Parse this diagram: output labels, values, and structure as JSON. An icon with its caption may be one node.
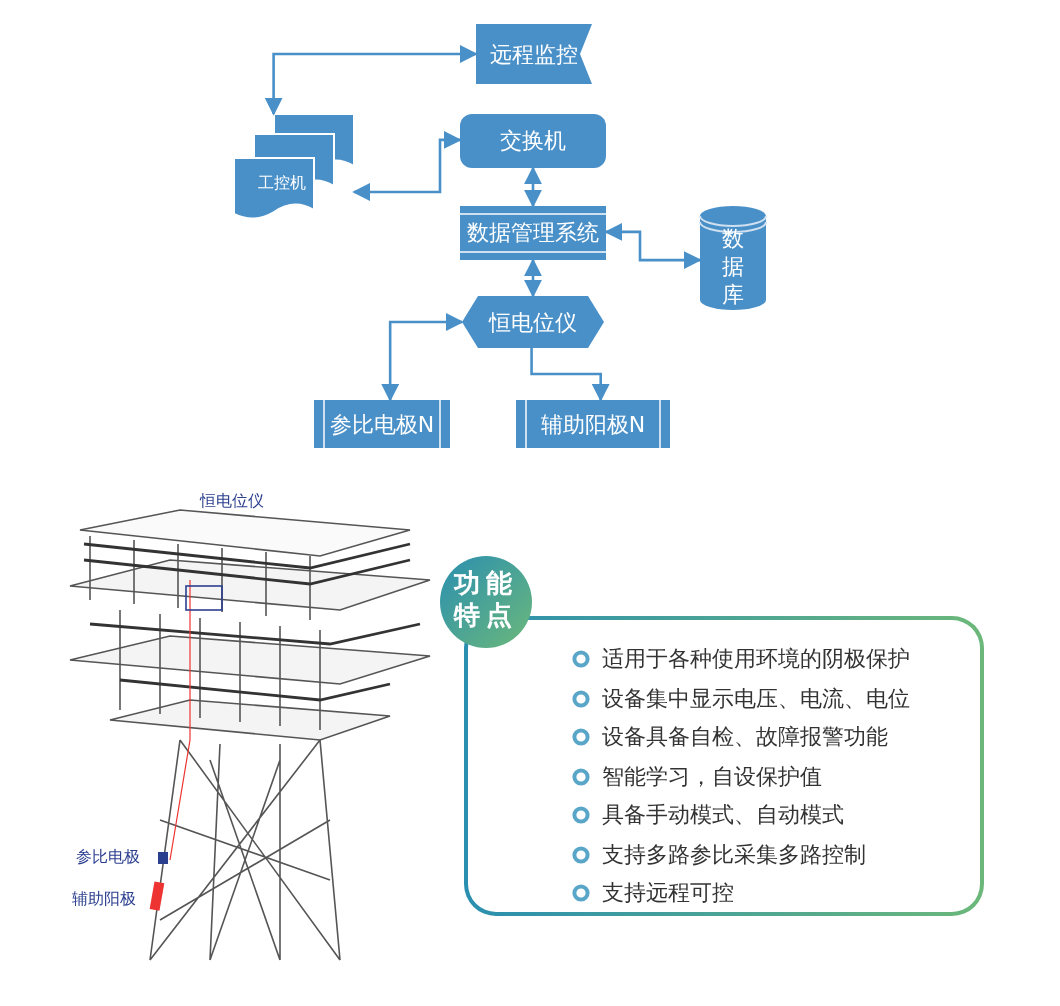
{
  "diagram": {
    "nodes": [
      {
        "text": [
          "远程监控"
        ]
      },
      {
        "text": [
          "工控机"
        ]
      },
      {
        "text": [
          "交换机"
        ]
      },
      {
        "text": [
          "数据管理系统"
        ]
      },
      {
        "text": [
          "数据库"
        ]
      },
      {
        "text": [
          "恒电位仪"
        ]
      },
      {
        "text": [
          "参比电极N"
        ]
      },
      {
        "text": [
          "辅助阳极N"
        ]
      },
      {
        "text": [
          "功能特点",
          "适用于各种使用环境的阴极保护",
          "设备集中显示电压、电流、电位",
          "设备具备自检、故障报警功能",
          "智能学习，自设保护值",
          "具备手动模式、自动模式",
          "支持多路参比采集多路控制",
          "支持远程可控"
        ]
      }
    ],
    "edges": [
      {
        "from": 0,
        "to": 1,
        "arrow": "both"
      },
      {
        "from": 2,
        "to": 1,
        "arrow": "both"
      },
      {
        "from": 2,
        "to": 3,
        "arrow": "both"
      },
      {
        "from": 3,
        "to": 4,
        "arrow": "both"
      },
      {
        "from": 3,
        "to": 5,
        "arrow": "both"
      },
      {
        "from": 5,
        "to": 6,
        "arrow": "both"
      },
      {
        "from": 5,
        "to": 7,
        "arrow": "to"
      }
    ],
    "labels": [
      "恒电位仪",
      "参比电极",
      "辅助阳极"
    ]
  }
}
